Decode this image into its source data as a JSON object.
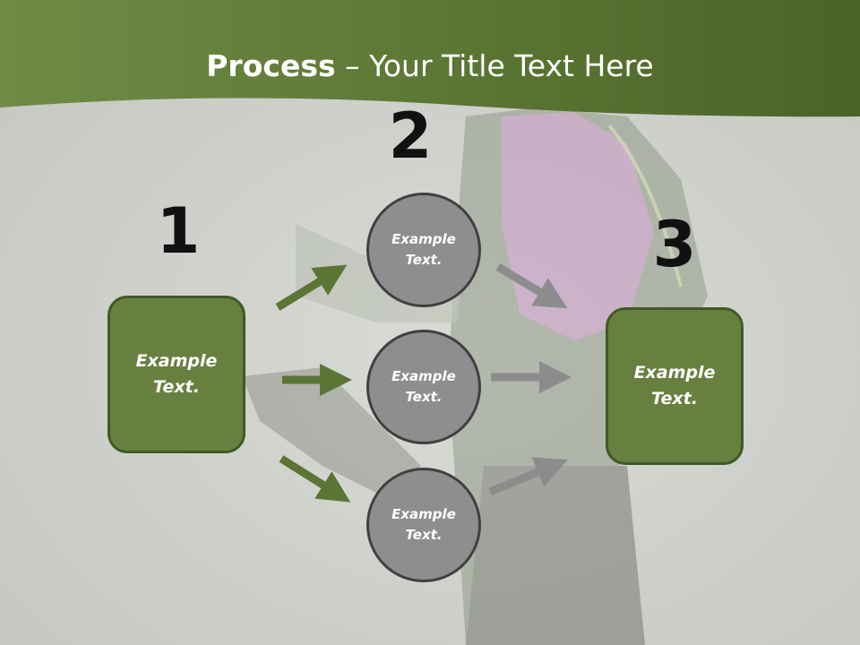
{
  "slide": {
    "title_bold": "Process",
    "title_rest": " – Your Title Text Here"
  },
  "steps": {
    "one": "1",
    "two": "2",
    "three": "3"
  },
  "left_box": {
    "line1": "Example",
    "line2": "Text."
  },
  "right_box": {
    "line1": "Example",
    "line2": "Text."
  },
  "circles": [
    {
      "line1": "Example",
      "line2": "Text."
    },
    {
      "line1": "Example",
      "line2": "Text."
    },
    {
      "line1": "Example",
      "line2": "Text."
    }
  ],
  "colors": {
    "header_green": "#5a7a32",
    "box_green": "#67803f",
    "arrow_green": "#5b7534",
    "arrow_gray": "#8c8c8c",
    "circle_gray": "#8e8e8e"
  }
}
